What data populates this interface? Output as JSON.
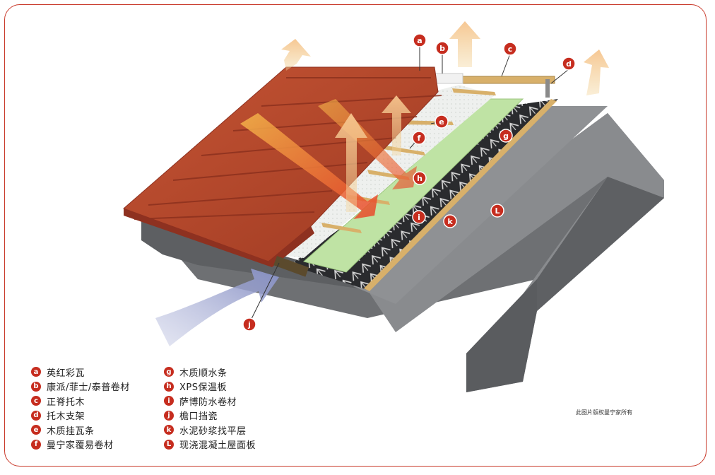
{
  "callouts": [
    {
      "id": "a"
    },
    {
      "id": "b"
    },
    {
      "id": "c"
    },
    {
      "id": "d"
    },
    {
      "id": "e"
    },
    {
      "id": "f"
    },
    {
      "id": "g"
    },
    {
      "id": "h"
    },
    {
      "id": "i"
    },
    {
      "id": "j"
    },
    {
      "id": "k"
    },
    {
      "id": "L"
    }
  ],
  "legend": {
    "left": [
      {
        "letter": "a",
        "label": "英红彩瓦"
      },
      {
        "letter": "b",
        "label": "康派/菲士/泰普卷材"
      },
      {
        "letter": "c",
        "label": "正脊托木"
      },
      {
        "letter": "d",
        "label": "托木支架"
      },
      {
        "letter": "e",
        "label": "木质挂瓦条"
      },
      {
        "letter": "f",
        "label": "曼宁家覆易卷材"
      }
    ],
    "right": [
      {
        "letter": "g",
        "label": "木质顺水条"
      },
      {
        "letter": "h",
        "label": "XPS保温板"
      },
      {
        "letter": "i",
        "label": "萨博防水卷材"
      },
      {
        "letter": "j",
        "label": "檐口挡瓷"
      },
      {
        "letter": "k",
        "label": "水泥砂浆找平层"
      },
      {
        "letter": "L",
        "label": "现浇混凝土屋面板"
      }
    ]
  },
  "copyright": "此图片版权曼宁家所有",
  "colors": {
    "border": "#c9392a",
    "badge": "#c62d1f",
    "tile": "#b8482c",
    "concrete": "#7a7c7f",
    "xps": "#bfe3a4",
    "wood": "#d8b06a"
  }
}
